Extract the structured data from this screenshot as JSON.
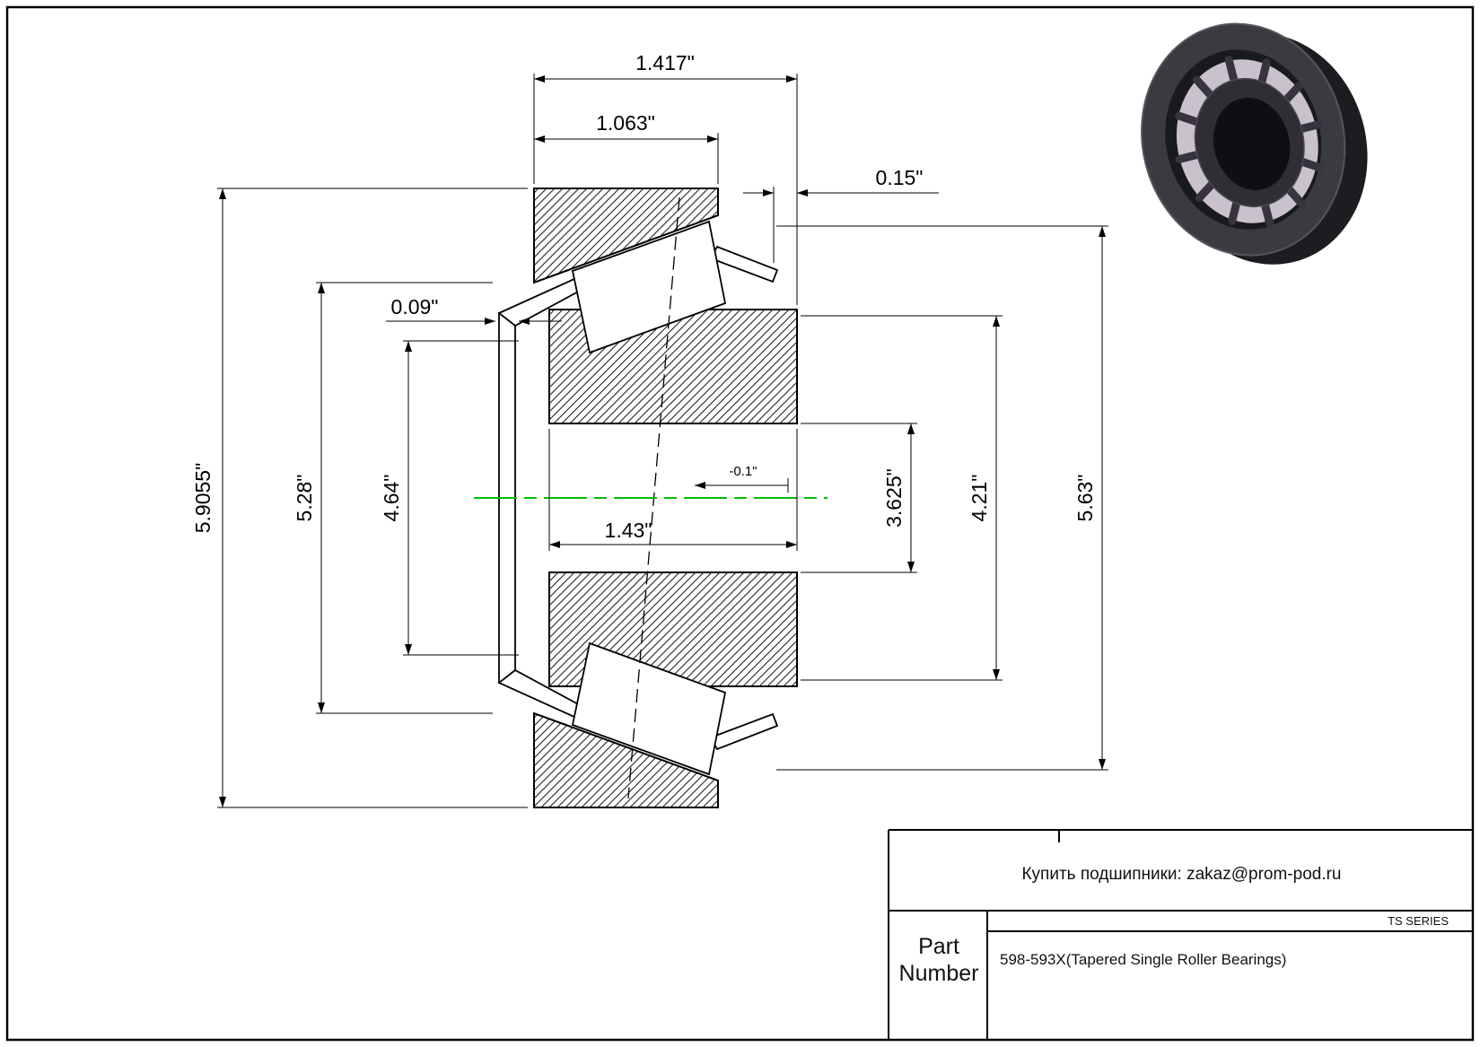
{
  "drawing": {
    "dim_labels": {
      "overall_width": "1.417\"",
      "cup_width": "1.063\"",
      "standout": "0.15\"",
      "cage_thickness": "0.09\"",
      "cup_outer_diameter": "5.9055\"",
      "cup_race_diameter": "5.28\"",
      "cone_rib_diameter": "4.64\"",
      "cone_width": "1.43\"",
      "offset": "-0.1\"",
      "bore_diameter": "3.625\"",
      "cone_race_diameter": "4.21\"",
      "cage_diameter": "5.63\""
    },
    "centerline_color": "#00bd00"
  },
  "title_block": {
    "note": "Купить подшипники: zakaz@prom-pod.ru",
    "series_label": "TS SERIES",
    "part_number_label": "Part Number",
    "part_number_value": "598-593X(Tapered Single Roller Bearings)"
  }
}
